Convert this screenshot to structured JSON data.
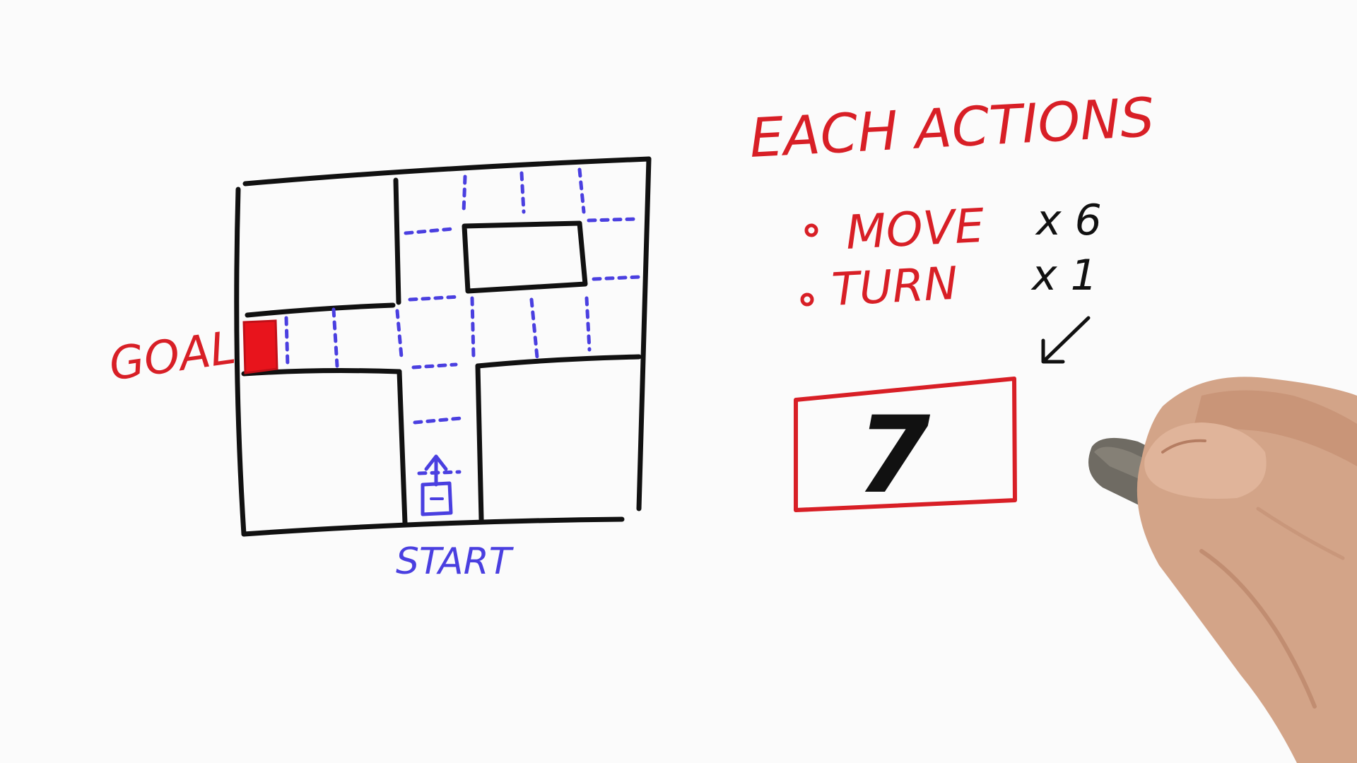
{
  "labels": {
    "goal": "GOAL",
    "start": "START",
    "heading": "EACH ACTIONS",
    "move": "MOVE",
    "turn": "TURN",
    "move_count": "x 6",
    "turn_count": "x 1",
    "total": "7"
  },
  "colors": {
    "ink_black": "#111111",
    "ink_red": "#d81f26",
    "ink_blue": "#4a3fe0",
    "goal_fill": "#e8141c",
    "paper": "#fbfbfb"
  },
  "icons": {
    "robot": "robot-arrow-icon",
    "hand": "hand-holding-marker"
  }
}
